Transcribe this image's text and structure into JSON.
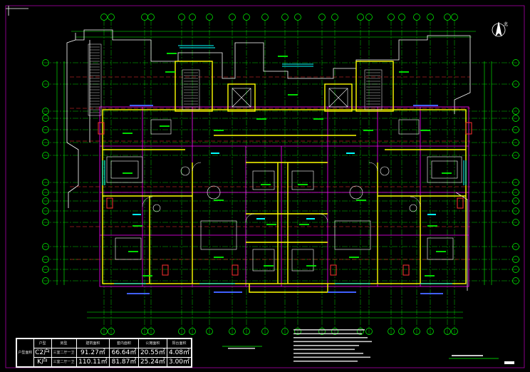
{
  "plan": {
    "north_symbol": "北",
    "unit_table": {
      "row_label": "户型面积",
      "headers": [
        "户型",
        "房型",
        "建筑面积",
        "套内面积",
        "公摊面积",
        "阳台面积"
      ],
      "rows": [
        {
          "type": "C2户",
          "rooms": "三室二厅一卫",
          "area1": "91.27㎡",
          "area2": "66.64㎡",
          "area3": "20.55㎡",
          "area4": "4.08㎡"
        },
        {
          "type": "K户",
          "rooms": "三室二厅一卫",
          "area1": "110.11㎡",
          "area2": "81.87㎡",
          "area3": "25.24㎡",
          "area4": "3.00㎡"
        }
      ]
    }
  },
  "colors": {
    "background": "#000000",
    "grid_axis": "#00ff00",
    "walls": "#ffff00",
    "room_lines": "#ff00ff",
    "windows": "#00ffff",
    "furniture": "#ffffff",
    "dimension_red": "#ff3030",
    "accent_blue": "#4060ff"
  }
}
